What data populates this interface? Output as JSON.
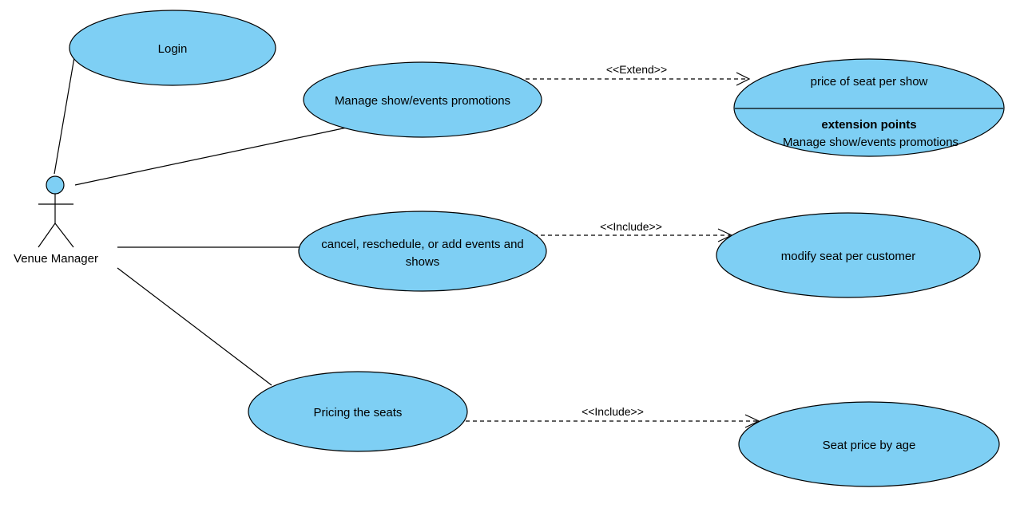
{
  "actor": {
    "name": "Venue Manager",
    "icon": "stick-figure-icon",
    "head_color": "#7ecff4"
  },
  "use_cases": {
    "login": "Login",
    "manage_promotions": "Manage show/events promotions",
    "cancel_reschedule_line1": "cancel, reschedule, or add events and",
    "cancel_reschedule_line2": "shows",
    "pricing_seats": "Pricing the seats",
    "price_per_show": {
      "name": "price of seat per show",
      "extension_points_title": "extension points",
      "extension_point": "Manage show/events promotions"
    },
    "modify_seat": "modify seat per customer",
    "seat_price_age": "Seat price by age"
  },
  "relationships": {
    "extend_label": "<<Extend>>",
    "include_label_1": "<<Include>>",
    "include_label_2": "<<Include>>"
  },
  "colors": {
    "use_case_fill": "#7ecff4",
    "stroke": "#000000"
  }
}
